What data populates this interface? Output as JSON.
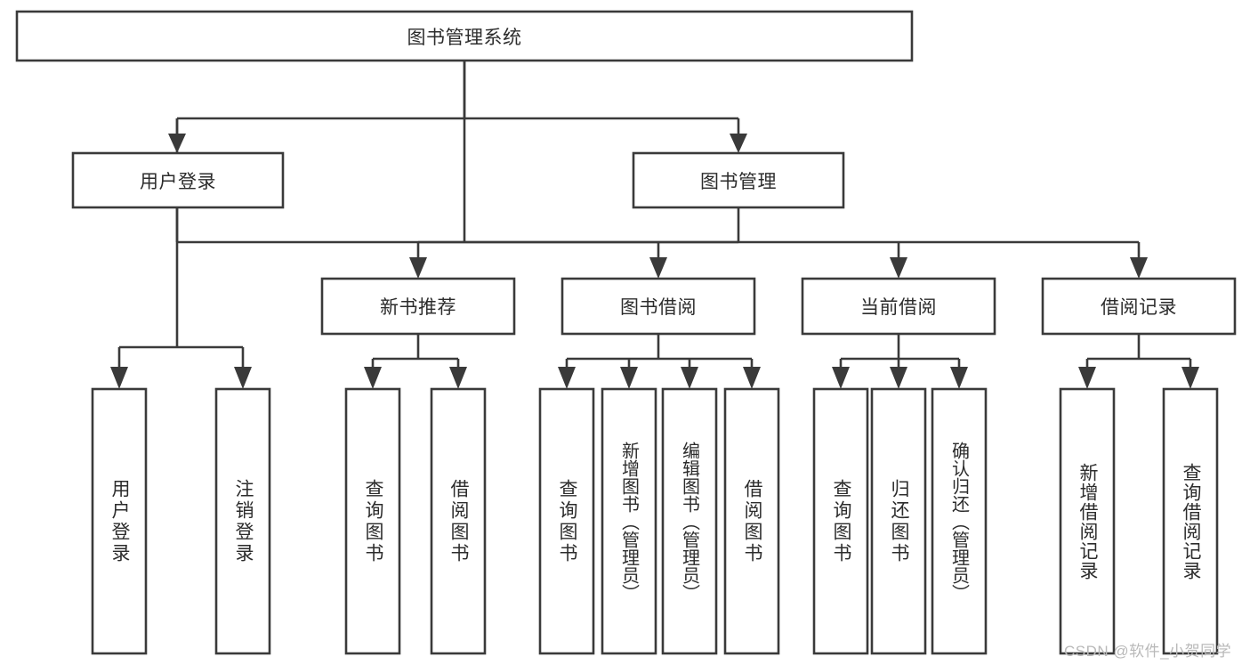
{
  "diagram": {
    "type": "tree-hierarchy",
    "title": "图书管理系统",
    "watermark": "CSDN @软件_小贺同学",
    "colors": {
      "box_fill": "#ffffff",
      "box_stroke": "#3a3a3a",
      "text": "#2c2c2c",
      "background": "#ffffff",
      "watermark": "#b9b9b9"
    },
    "levels": {
      "root": {
        "label": "图书管理系统"
      },
      "level2": [
        {
          "id": "user-login",
          "label": "用户登录"
        },
        {
          "id": "book-manage",
          "label": "图书管理"
        }
      ],
      "level3": [
        {
          "id": "new-book-recommend",
          "label": "新书推荐",
          "parent": "book-manage"
        },
        {
          "id": "book-borrow",
          "label": "图书借阅",
          "parent": "book-manage"
        },
        {
          "id": "current-borrow",
          "label": "当前借阅",
          "parent": "book-manage"
        },
        {
          "id": "borrow-record",
          "label": "借阅记录",
          "parent": "book-manage"
        }
      ],
      "leaves": [
        {
          "id": "leaf-user-login",
          "label": "用户登录",
          "parent": "user-login"
        },
        {
          "id": "leaf-logout",
          "label": "注销登录",
          "parent": "user-login"
        },
        {
          "id": "leaf-query-book-1",
          "label": "查询图书",
          "parent": "new-book-recommend"
        },
        {
          "id": "leaf-borrow-book-1",
          "label": "借阅图书",
          "parent": "new-book-recommend"
        },
        {
          "id": "leaf-query-book-2",
          "label": "查询图书",
          "parent": "book-borrow"
        },
        {
          "id": "leaf-add-book",
          "label": "新增图书（管理员）",
          "parent": "book-borrow"
        },
        {
          "id": "leaf-edit-book",
          "label": "编辑图书（管理员）",
          "parent": "book-borrow"
        },
        {
          "id": "leaf-borrow-book-2",
          "label": "借阅图书",
          "parent": "book-borrow"
        },
        {
          "id": "leaf-query-book-3",
          "label": "查询图书",
          "parent": "current-borrow"
        },
        {
          "id": "leaf-return-book",
          "label": "归还图书",
          "parent": "current-borrow"
        },
        {
          "id": "leaf-confirm-return",
          "label": "确认归还（管理员）",
          "parent": "current-borrow"
        },
        {
          "id": "leaf-add-record",
          "label": "新增借阅记录",
          "parent": "borrow-record"
        },
        {
          "id": "leaf-query-record",
          "label": "查询借阅记录",
          "parent": "borrow-record"
        }
      ]
    }
  }
}
